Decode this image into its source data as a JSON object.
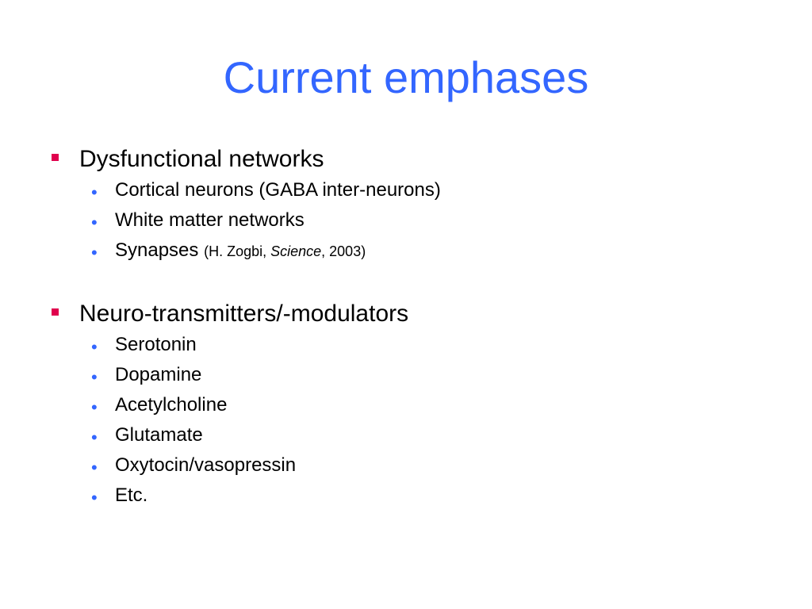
{
  "slide": {
    "title": "Current emphases",
    "colors": {
      "title": "#3366ff",
      "square_bullet": "#e0004d",
      "dot_bullet": "#3366ff",
      "text": "#000000",
      "background": "#ffffff"
    },
    "sections": [
      {
        "heading": "Dysfunctional networks",
        "items": [
          "Cortical neurons (GABA inter-neurons)",
          "White matter networks"
        ],
        "citation_item": {
          "label": "Synapses",
          "cite_open": "(H. Zogbi, ",
          "cite_journal": "Science",
          "cite_close": ", 2003)"
        }
      },
      {
        "heading": "Neuro-transmitters/-modulators",
        "items": [
          "Serotonin",
          "Dopamine",
          "Acetylcholine",
          "Glutamate",
          "Oxytocin/vasopressin",
          "Etc."
        ]
      }
    ],
    "bullets": {
      "level1_icon": "square-bullet-icon",
      "level2_icon": "dot-bullet-icon",
      "level2_glyph": "•"
    }
  }
}
